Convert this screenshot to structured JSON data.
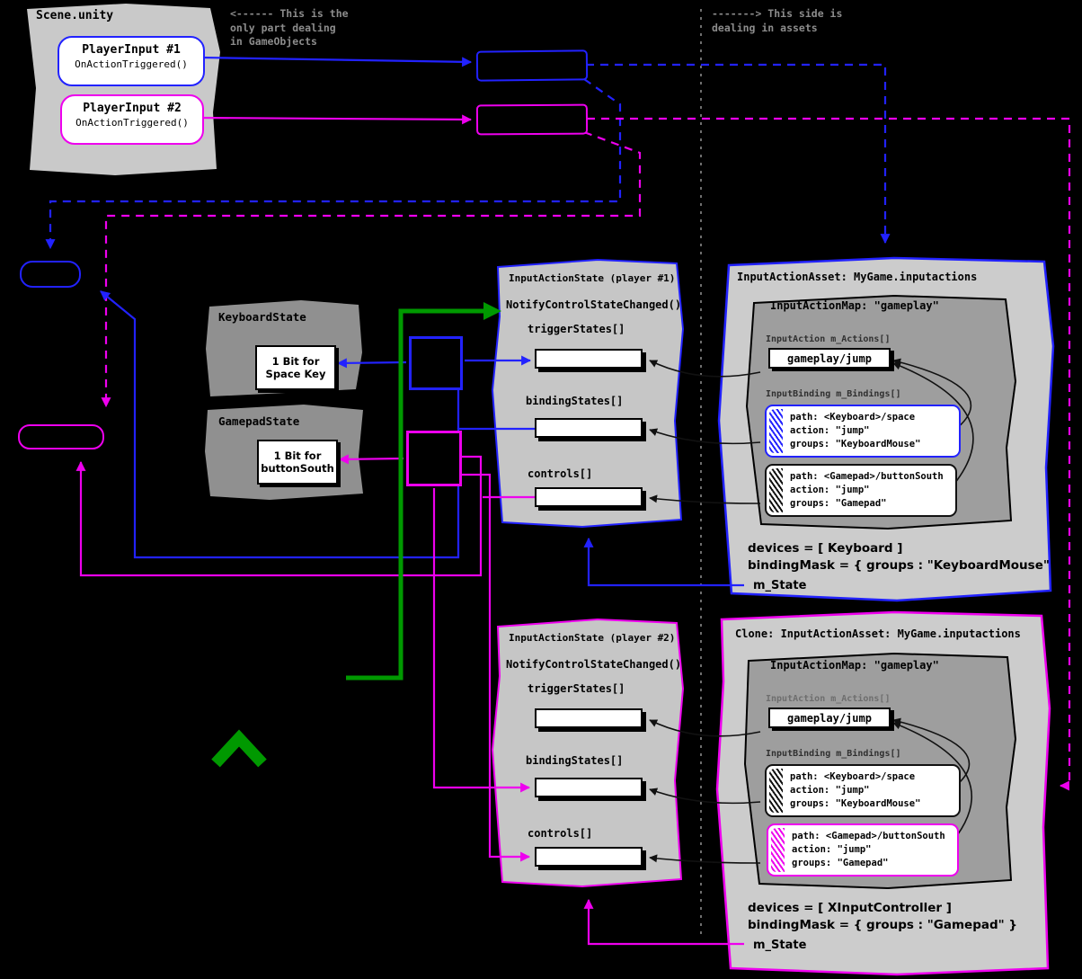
{
  "annotations": {
    "left_note": "<------ This is the\nonly part dealing\nin GameObjects",
    "right_note": "-------> This side is\ndealing in assets"
  },
  "scene": {
    "title": "Scene.unity",
    "player_inputs": [
      {
        "name": "PlayerInput #1",
        "method": "OnActionTriggered()"
      },
      {
        "name": "PlayerInput #2",
        "method": "OnActionTriggered()"
      }
    ]
  },
  "device_states": {
    "keyboard": {
      "title": "KeyboardState",
      "bit": "1 Bit for\nSpace Key"
    },
    "gamepad": {
      "title": "GamepadState",
      "bit": "1 Bit for\nbuttonSouth"
    }
  },
  "action_states": [
    {
      "title": "InputActionState (player #1)",
      "notify": "NotifyControlStateChanged()",
      "arrays": [
        "triggerStates[]",
        "bindingStates[]",
        "controls[]"
      ]
    },
    {
      "title": "InputActionState (player #2)",
      "notify": "NotifyControlStateChanged()",
      "arrays": [
        "triggerStates[]",
        "bindingStates[]",
        "controls[]"
      ]
    }
  ],
  "assets": [
    {
      "title": "InputActionAsset: MyGame.inputactions",
      "map_title": "InputActionMap: \"gameplay\"",
      "actions_label": "InputAction m_Actions[]",
      "action": "gameplay/jump",
      "bindings_label": "InputBinding m_Bindings[]",
      "bindings": [
        {
          "path": "path: <Keyboard>/space",
          "action": "action: \"jump\"",
          "groups": "groups: \"KeyboardMouse\""
        },
        {
          "path": "path: <Gamepad>/buttonSouth",
          "action": "action: \"jump\"",
          "groups": "groups: \"Gamepad\""
        }
      ],
      "devices": "devices = [ Keyboard ]",
      "binding_mask": "bindingMask = { groups : \"KeyboardMouse\" }",
      "m_state": "m_State"
    },
    {
      "title": "Clone: InputActionAsset: MyGame.inputactions",
      "map_title": "InputActionMap: \"gameplay\"",
      "actions_label": "InputAction m_Actions[]",
      "action": "gameplay/jump",
      "bindings_label": "InputBinding m_Bindings[]",
      "bindings": [
        {
          "path": "path: <Keyboard>/space",
          "action": "action: \"jump\"",
          "groups": "groups: \"KeyboardMouse\""
        },
        {
          "path": "path: <Gamepad>/buttonSouth",
          "action": "action: \"jump\"",
          "groups": "groups: \"Gamepad\""
        }
      ],
      "devices": "devices = [ XInputController ]",
      "binding_mask": "bindingMask = { groups : \"Gamepad\" }",
      "m_state": "m_State"
    }
  ]
}
